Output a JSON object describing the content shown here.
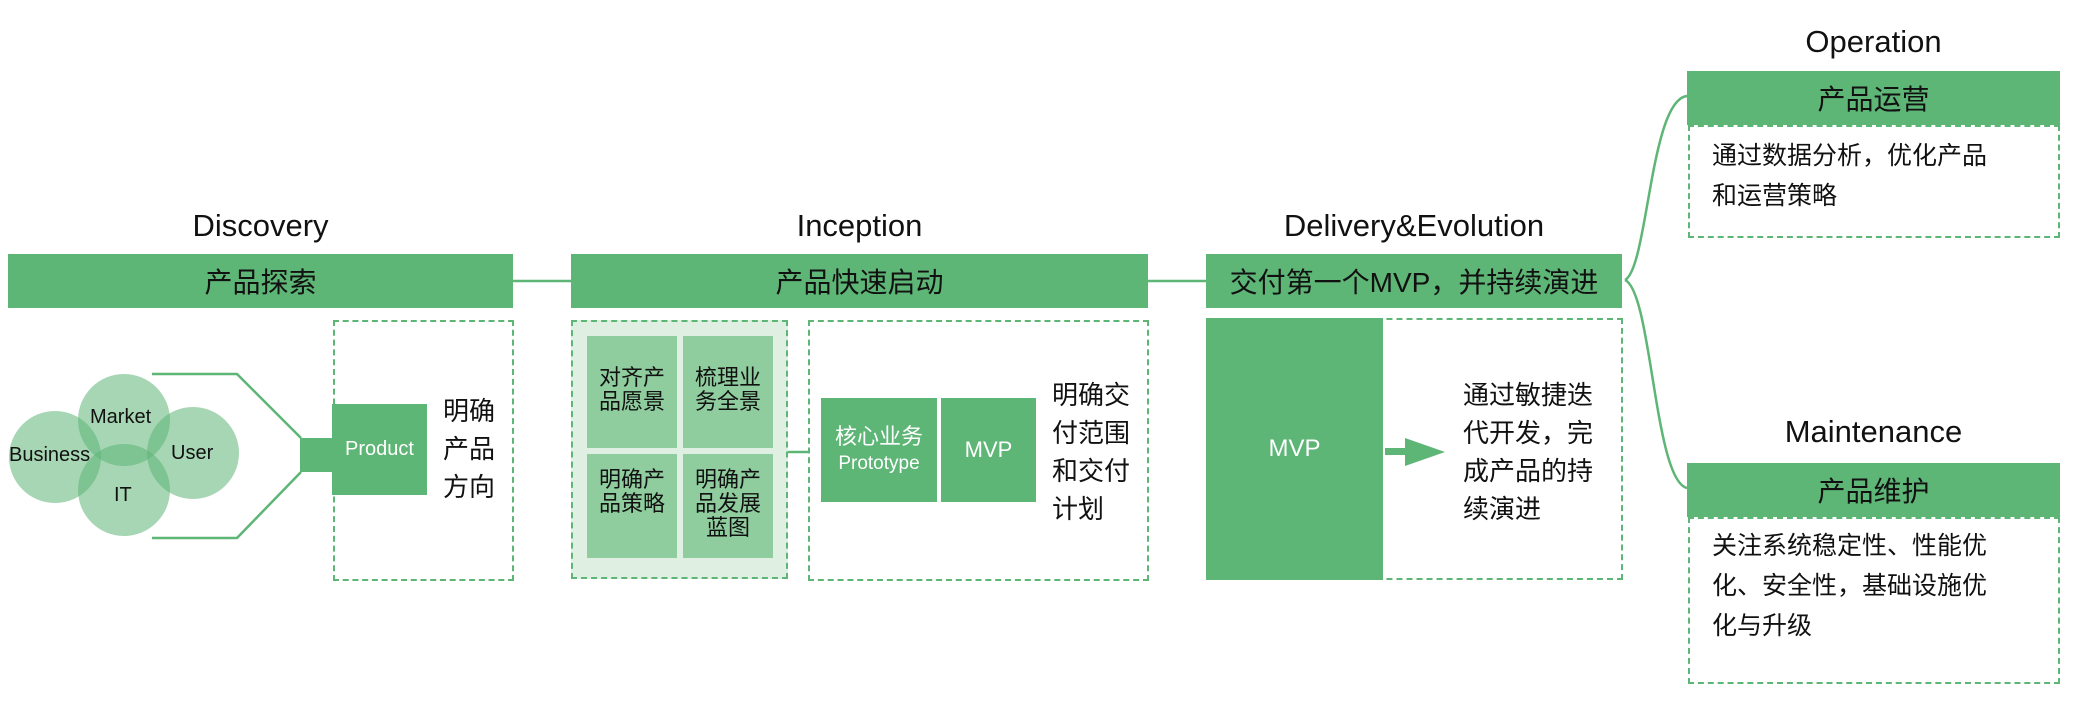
{
  "colors": {
    "primary": "#5db576",
    "cell": "#8fcc9e",
    "panel_bg": "#dff0e3",
    "circle_fill": "rgba(93,181,118,0.55)"
  },
  "discovery": {
    "title": "Discovery",
    "header": "产品探索",
    "circles": [
      "Business",
      "Market",
      "User",
      "IT"
    ],
    "product_label": "Product",
    "outcome": [
      "明确",
      "产品",
      "方向"
    ]
  },
  "inception": {
    "title": "Inception",
    "header": "产品快速启动",
    "cells": [
      [
        "对齐产",
        "品愿景"
      ],
      [
        "梳理业",
        "务全景"
      ],
      [
        "明确产",
        "品策略"
      ],
      [
        "明确产",
        "品发展",
        "蓝图"
      ]
    ],
    "prototype": {
      "line1": "核心业务",
      "line2": "Prototype"
    },
    "mvp_label": "MVP",
    "outcome": [
      "明确交",
      "付范围",
      "和交付",
      "计划"
    ]
  },
  "delivery": {
    "title": "Delivery&Evolution",
    "header": "交付第一个MVP，并持续演进",
    "mvp_label": "MVP",
    "arrow_icon": "right-arrow",
    "outcome": [
      "通过敏捷迭",
      "代开发，完",
      "成产品的持",
      "续演进"
    ]
  },
  "operation": {
    "title": "Operation",
    "header": "产品运营",
    "description": [
      "通过数据分析，优化产品",
      "和运营策略"
    ]
  },
  "maintenance": {
    "title": "Maintenance",
    "header": "产品维护",
    "description": [
      "关注系统稳定性、性能优",
      "化、安全性，基础设施优",
      "化与升级"
    ]
  }
}
